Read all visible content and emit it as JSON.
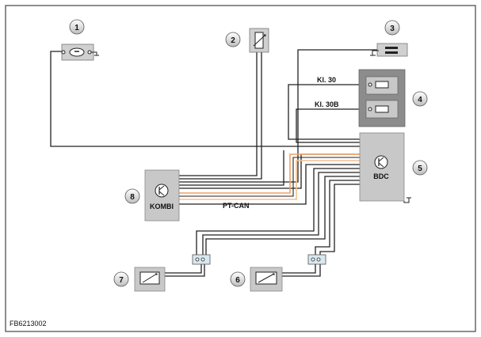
{
  "diagram": {
    "figure_code": "FB6213002",
    "components": {
      "c1": {
        "callout": "1"
      },
      "c2": {
        "callout": "2"
      },
      "c3": {
        "callout": "3"
      },
      "c4": {
        "callout": "4"
      },
      "c5": {
        "callout": "5",
        "label": "BDC"
      },
      "c6": {
        "callout": "6"
      },
      "c7": {
        "callout": "7"
      },
      "c8": {
        "callout": "8",
        "label": "KOMBI"
      }
    },
    "wire_labels": {
      "kl30": "Kl. 30",
      "kl30b": "Kl. 30B",
      "ptcan": "PT-CAN"
    },
    "colors": {
      "frame": "#444444",
      "wire": "#222222",
      "can_high": "#f0a060",
      "can_low": "#f4c090",
      "module_fill": "#c8c8c8",
      "fuse_box_fill": "#8c8c8c",
      "callout_fill": "#e6e6e6"
    }
  }
}
